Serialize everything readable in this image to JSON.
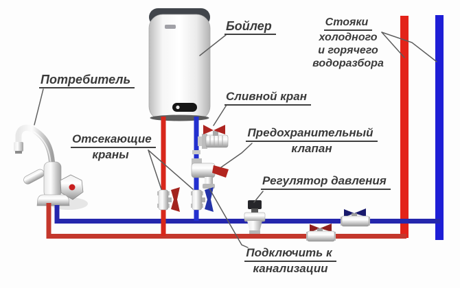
{
  "labels": {
    "consumer": "Потребитель",
    "boiler": "Бойлер",
    "risers": {
      "line1": "Стояки",
      "line2": "холодного",
      "line3": "и горячего",
      "line4": "водоразбора"
    },
    "drain_valve": "Сливной кран",
    "shutoff": {
      "line1": "Отсекающие",
      "line2": "краны"
    },
    "safety": {
      "line1": "Предохранительный",
      "line2": "клапан"
    },
    "pressure_regulator": "Регулятор давления",
    "sewer": {
      "line1": "Подключить к",
      "line2": "канализации"
    }
  },
  "colors": {
    "riser_hot": "#e32319",
    "riser_cold": "#1e1ed6",
    "hot_pipe": "#c4372c",
    "cold_pipe": "#2527ad",
    "hot_pipe_bright": "#d8271b",
    "cold_pipe_bright": "#2330cf",
    "drain_handle": "#ad2420",
    "safety_lever": "#b3251f",
    "valve_red": "#a3241e",
    "valve_blue": "#2433a8",
    "valve_red_dark": "#8e1f1d",
    "valve_blue_dark": "#191a6d",
    "faucet_dot": "#c81f1f",
    "text": "#3a3a3a",
    "leader": "#5c5c5c"
  },
  "components": {
    "boiler": "boiler-tank",
    "faucet": "mixer-faucet",
    "hot_riser": "hot-water-riser",
    "cold_riser": "cold-water-riser",
    "drain": "drain-valve",
    "safety": "safety-valve",
    "shutoff_hot": "shutoff-valve-hot",
    "shutoff_cold": "shutoff-valve-cold",
    "regulator": "pressure-regulator",
    "line_valve_hot": "hot-line-valve",
    "line_valve_cold": "cold-line-valve"
  }
}
